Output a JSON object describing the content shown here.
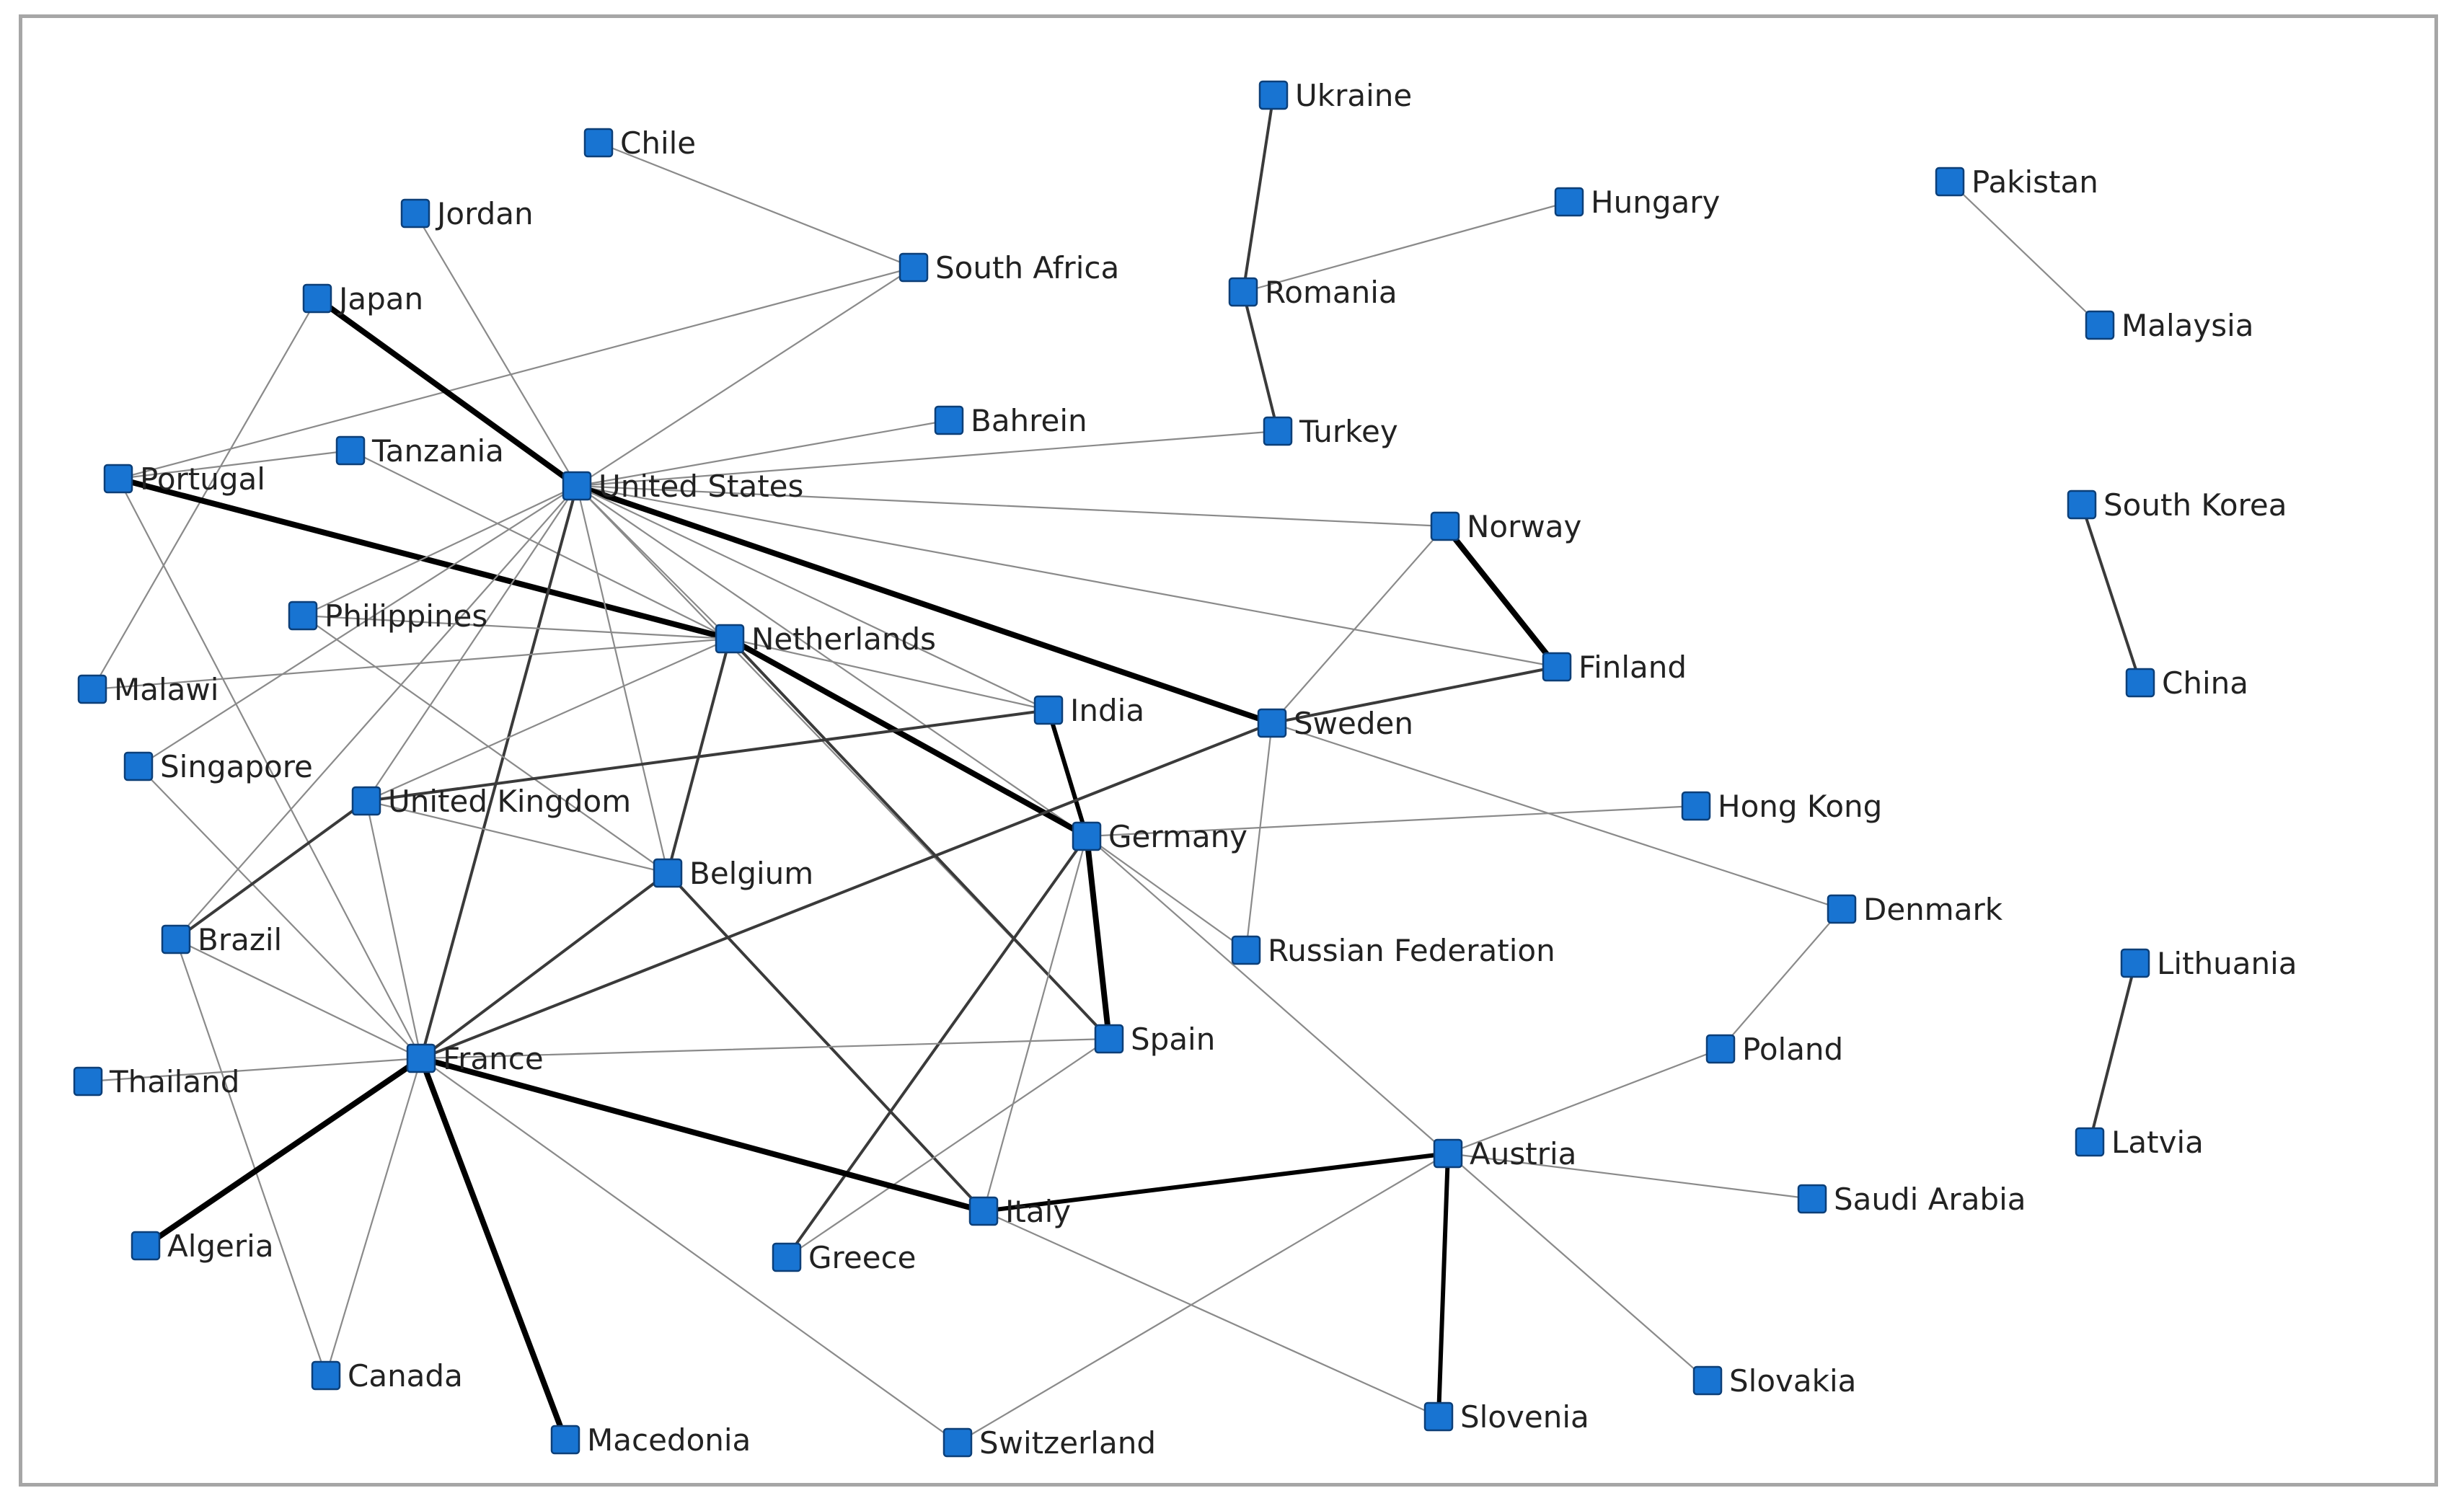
{
  "colors": {
    "node_fill": "#1874d2",
    "node_stroke": "#0c3f78",
    "edge_strong": "#000000",
    "edge_medium": "#3a3a3a",
    "edge_light": "#8a8a8a",
    "frame": "#a6a6a6"
  },
  "nodes": [
    {
      "id": "ukraine",
      "label": "Ukraine"
    },
    {
      "id": "hungary",
      "label": "Hungary"
    },
    {
      "id": "romania",
      "label": "Romania"
    },
    {
      "id": "turkey",
      "label": "Turkey"
    },
    {
      "id": "pakistan",
      "label": "Pakistan"
    },
    {
      "id": "malaysia",
      "label": "Malaysia"
    },
    {
      "id": "south_korea",
      "label": "South Korea"
    },
    {
      "id": "china",
      "label": "China"
    },
    {
      "id": "chile",
      "label": "Chile"
    },
    {
      "id": "jordan",
      "label": "Jordan"
    },
    {
      "id": "south_africa",
      "label": "South Africa"
    },
    {
      "id": "japan",
      "label": "Japan"
    },
    {
      "id": "bahrein",
      "label": "Bahrein"
    },
    {
      "id": "tanzania",
      "label": "Tanzania"
    },
    {
      "id": "portugal",
      "label": "Portugal"
    },
    {
      "id": "united_states",
      "label": "United States"
    },
    {
      "id": "norway",
      "label": "Norway"
    },
    {
      "id": "philippines",
      "label": "Philippines"
    },
    {
      "id": "netherlands",
      "label": "Netherlands"
    },
    {
      "id": "finland",
      "label": "Finland"
    },
    {
      "id": "malawi",
      "label": "Malawi"
    },
    {
      "id": "india",
      "label": "India"
    },
    {
      "id": "sweden",
      "label": "Sweden"
    },
    {
      "id": "singapore",
      "label": "Singapore"
    },
    {
      "id": "united_kingdom",
      "label": "United Kingdom"
    },
    {
      "id": "hong_kong",
      "label": "Hong Kong"
    },
    {
      "id": "germany",
      "label": "Germany"
    },
    {
      "id": "belgium",
      "label": "Belgium"
    },
    {
      "id": "denmark",
      "label": "Denmark"
    },
    {
      "id": "brazil",
      "label": "Brazil"
    },
    {
      "id": "russian_federation",
      "label": "Russian Federation"
    },
    {
      "id": "lithuania",
      "label": "Lithuania"
    },
    {
      "id": "spain",
      "label": "Spain"
    },
    {
      "id": "poland",
      "label": "Poland"
    },
    {
      "id": "thailand",
      "label": "Thailand"
    },
    {
      "id": "france",
      "label": "France"
    },
    {
      "id": "latvia",
      "label": "Latvia"
    },
    {
      "id": "austria",
      "label": "Austria"
    },
    {
      "id": "saudi_arabia",
      "label": "Saudi Arabia"
    },
    {
      "id": "italy",
      "label": "Italy"
    },
    {
      "id": "algeria",
      "label": "Algeria"
    },
    {
      "id": "greece",
      "label": "Greece"
    },
    {
      "id": "canada",
      "label": "Canada"
    },
    {
      "id": "slovakia",
      "label": "Slovakia"
    },
    {
      "id": "slovenia",
      "label": "Slovenia"
    },
    {
      "id": "macedonia",
      "label": "Macedonia"
    },
    {
      "id": "switzerland",
      "label": "Switzerland"
    }
  ],
  "edges": [
    {
      "source": "ukraine",
      "target": "romania",
      "weight": 2
    },
    {
      "source": "hungary",
      "target": "romania",
      "weight": 1
    },
    {
      "source": "romania",
      "target": "turkey",
      "weight": 2
    },
    {
      "source": "pakistan",
      "target": "malaysia",
      "weight": 1
    },
    {
      "source": "south_korea",
      "target": "china",
      "weight": 2
    },
    {
      "source": "lithuania",
      "target": "latvia",
      "weight": 2
    },
    {
      "source": "chile",
      "target": "south_africa",
      "weight": 1
    },
    {
      "source": "south_africa",
      "target": "united_states",
      "weight": 1
    },
    {
      "source": "south_africa",
      "target": "portugal",
      "weight": 1
    },
    {
      "source": "jordan",
      "target": "united_states",
      "weight": 1
    },
    {
      "source": "japan",
      "target": "united_states",
      "weight": 4
    },
    {
      "source": "japan",
      "target": "malawi",
      "weight": 1
    },
    {
      "source": "bahrein",
      "target": "united_states",
      "weight": 1
    },
    {
      "source": "turkey",
      "target": "united_states",
      "weight": 1
    },
    {
      "source": "tanzania",
      "target": "netherlands",
      "weight": 1
    },
    {
      "source": "tanzania",
      "target": "portugal",
      "weight": 1
    },
    {
      "source": "portugal",
      "target": "netherlands",
      "weight": 4
    },
    {
      "source": "portugal",
      "target": "france",
      "weight": 1
    },
    {
      "source": "united_states",
      "target": "norway",
      "weight": 1
    },
    {
      "source": "united_states",
      "target": "finland",
      "weight": 1
    },
    {
      "source": "united_states",
      "target": "sweden",
      "weight": 4
    },
    {
      "source": "united_states",
      "target": "netherlands",
      "weight": 1
    },
    {
      "source": "united_states",
      "target": "india",
      "weight": 1
    },
    {
      "source": "united_states",
      "target": "germany",
      "weight": 1
    },
    {
      "source": "united_states",
      "target": "belgium",
      "weight": 1
    },
    {
      "source": "united_states",
      "target": "france",
      "weight": 2
    },
    {
      "source": "united_states",
      "target": "united_kingdom",
      "weight": 1
    },
    {
      "source": "united_states",
      "target": "philippines",
      "weight": 1
    },
    {
      "source": "united_states",
      "target": "singapore",
      "weight": 1
    },
    {
      "source": "united_states",
      "target": "brazil",
      "weight": 1
    },
    {
      "source": "united_states",
      "target": "spain",
      "weight": 1
    },
    {
      "source": "norway",
      "target": "finland",
      "weight": 4
    },
    {
      "source": "norway",
      "target": "sweden",
      "weight": 1
    },
    {
      "source": "finland",
      "target": "sweden",
      "weight": 2
    },
    {
      "source": "philippines",
      "target": "netherlands",
      "weight": 1
    },
    {
      "source": "philippines",
      "target": "belgium",
      "weight": 1
    },
    {
      "source": "malawi",
      "target": "netherlands",
      "weight": 1
    },
    {
      "source": "netherlands",
      "target": "germany",
      "weight": 4
    },
    {
      "source": "netherlands",
      "target": "belgium",
      "weight": 2
    },
    {
      "source": "netherlands",
      "target": "spain",
      "weight": 2
    },
    {
      "source": "netherlands",
      "target": "united_kingdom",
      "weight": 1
    },
    {
      "source": "netherlands",
      "target": "india",
      "weight": 1
    },
    {
      "source": "india",
      "target": "germany",
      "weight": 3
    },
    {
      "source": "india",
      "target": "united_kingdom",
      "weight": 2
    },
    {
      "source": "sweden",
      "target": "france",
      "weight": 2
    },
    {
      "source": "sweden",
      "target": "russian_federation",
      "weight": 1
    },
    {
      "source": "sweden",
      "target": "denmark",
      "weight": 1
    },
    {
      "source": "singapore",
      "target": "france",
      "weight": 1
    },
    {
      "source": "united_kingdom",
      "target": "belgium",
      "weight": 1
    },
    {
      "source": "united_kingdom",
      "target": "brazil",
      "weight": 2
    },
    {
      "source": "united_kingdom",
      "target": "france",
      "weight": 1
    },
    {
      "source": "hong_kong",
      "target": "germany",
      "weight": 1
    },
    {
      "source": "germany",
      "target": "spain",
      "weight": 4
    },
    {
      "source": "germany",
      "target": "greece",
      "weight": 2
    },
    {
      "source": "germany",
      "target": "italy",
      "weight": 1
    },
    {
      "source": "germany",
      "target": "russian_federation",
      "weight": 1
    },
    {
      "source": "germany",
      "target": "austria",
      "weight": 1
    },
    {
      "source": "belgium",
      "target": "france",
      "weight": 2
    },
    {
      "source": "belgium",
      "target": "italy",
      "weight": 2
    },
    {
      "source": "brazil",
      "target": "france",
      "weight": 1
    },
    {
      "source": "brazil",
      "target": "canada",
      "weight": 1
    },
    {
      "source": "denmark",
      "target": "poland",
      "weight": 1
    },
    {
      "source": "spain",
      "target": "france",
      "weight": 1
    },
    {
      "source": "spain",
      "target": "greece",
      "weight": 1
    },
    {
      "source": "poland",
      "target": "austria",
      "weight": 1
    },
    {
      "source": "thailand",
      "target": "france",
      "weight": 1
    },
    {
      "source": "france",
      "target": "italy",
      "weight": 4
    },
    {
      "source": "france",
      "target": "algeria",
      "weight": 4
    },
    {
      "source": "france",
      "target": "macedonia",
      "weight": 4
    },
    {
      "source": "france",
      "target": "canada",
      "weight": 1
    },
    {
      "source": "france",
      "target": "switzerland",
      "weight": 1
    },
    {
      "source": "austria",
      "target": "italy",
      "weight": 3
    },
    {
      "source": "austria",
      "target": "slovenia",
      "weight": 3
    },
    {
      "source": "austria",
      "target": "saudi_arabia",
      "weight": 1
    },
    {
      "source": "austria",
      "target": "slovakia",
      "weight": 1
    },
    {
      "source": "austria",
      "target": "switzerland",
      "weight": 1
    },
    {
      "source": "italy",
      "target": "slovenia",
      "weight": 1
    }
  ]
}
